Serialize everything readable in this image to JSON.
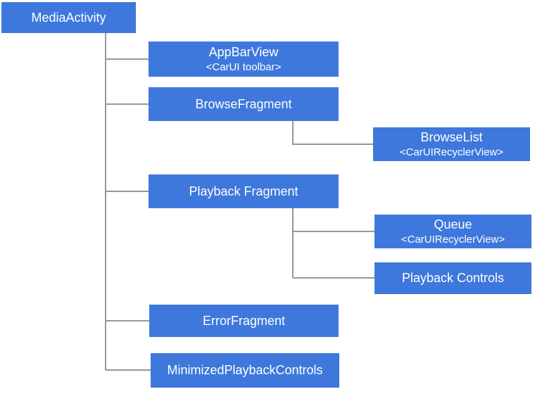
{
  "colors": {
    "node_fill": "#3e78dc",
    "node_text": "#ffffff",
    "connector": "#979797",
    "background": "#ffffff"
  },
  "nodes": {
    "media_activity": {
      "label": "MediaActivity"
    },
    "app_bar_view": {
      "label": "AppBarView",
      "sublabel": "<CarUI toolbar>"
    },
    "browse_fragment": {
      "label": "BrowseFragment"
    },
    "browse_list": {
      "label": "BrowseList",
      "sublabel": "<CarUIRecyclerView>"
    },
    "playback_fragment": {
      "label": "Playback Fragment"
    },
    "queue": {
      "label": "Queue",
      "sublabel": "<CarUIRecyclerView>"
    },
    "playback_controls": {
      "label": "Playback Controls"
    },
    "error_fragment": {
      "label": "ErrorFragment"
    },
    "minimized_playback_controls": {
      "label": "MinimizedPlaybackControls"
    }
  }
}
